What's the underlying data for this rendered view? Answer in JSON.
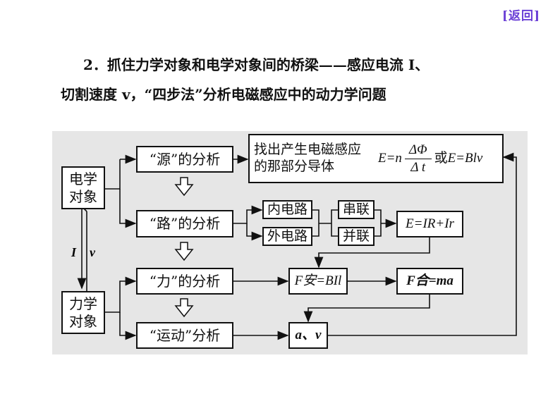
{
  "back_button": "[返回]",
  "heading": {
    "line1": "2．抓住力学对象和电学对象间的桥梁——感应电流 I、",
    "line2": "切割速度 v，“四步法”分析电磁感应中的动力学问题"
  },
  "diagram": {
    "electric_object": "电学对象",
    "mechanic_object": "力学对象",
    "link_I": "I",
    "link_v": "v",
    "source_analysis": "“源”的分析",
    "circuit_analysis": "“路”的分析",
    "force_analysis": "“力”的分析",
    "motion_analysis": "“运动”分析",
    "find_conductor": "找出产生电磁感应的那部分导体",
    "emf_formula_prefix": "E=n",
    "emf_numerator": "ΔΦ",
    "emf_denominator": "Δ t",
    "emf_formula_or": "或",
    "emf_formula_alt": "E=Blv",
    "inner_circuit": "内电路",
    "outer_circuit": "外电路",
    "series": "串联",
    "parallel": "并联",
    "ohm_law": "E=IR+Ir",
    "ampere_force": "F安=BIl",
    "net_force": "F合=ma",
    "a_v": "a、v"
  }
}
